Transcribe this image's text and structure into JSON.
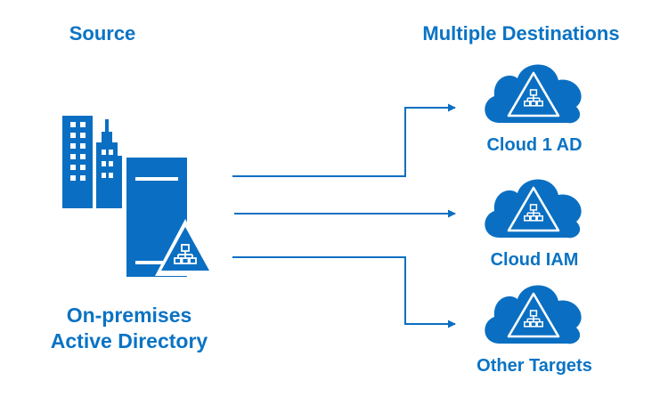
{
  "source": {
    "heading": "Source",
    "label_line1": "On-premises",
    "label_line2": "Active Directory"
  },
  "destinations": {
    "heading": "Multiple Destinations",
    "items": [
      {
        "label": "Cloud 1 AD",
        "icon": "cloud-directory-icon"
      },
      {
        "label": "Cloud IAM",
        "icon": "cloud-directory-icon"
      },
      {
        "label": "Other Targets",
        "icon": "cloud-directory-icon"
      }
    ]
  },
  "icons": {
    "source": [
      "office-buildings-icon",
      "server-icon",
      "directory-tree-icon"
    ]
  },
  "colors": {
    "brand_blue": "#0a73c4",
    "icon_blue": "#0a6fc2",
    "background": "#ffffff"
  }
}
